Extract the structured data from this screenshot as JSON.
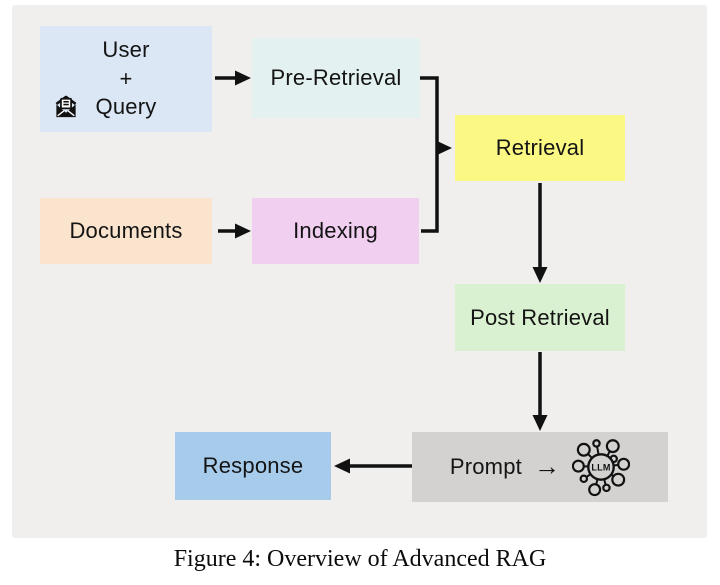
{
  "figure": {
    "caption": "Figure 4: Overview of Advanced RAG"
  },
  "colors": {
    "page_bg": "#ffffff",
    "panel_bg": "#f0efee",
    "line": "#111111",
    "text": "#141414"
  },
  "nodes": {
    "user_query": {
      "line1": "User",
      "line2": "+",
      "line3": "Query",
      "fill": "#dbe7f5",
      "icon": "open-mail-icon"
    },
    "pre_retrieval": {
      "label": "Pre-Retrieval",
      "fill": "#e3f2f1"
    },
    "retrieval": {
      "label": "Retrieval",
      "fill": "#fbf884"
    },
    "documents": {
      "label": "Documents",
      "fill": "#fbe4cd"
    },
    "indexing": {
      "label": "Indexing",
      "fill": "#f1cff0"
    },
    "post_retrieval": {
      "label": "Post Retrieval",
      "fill": "#d9f1d1"
    },
    "prompt": {
      "label": "Prompt",
      "arrow": "→",
      "icon": "llm-network-icon",
      "icon_label": "LLM",
      "fill": "#d3d2d1"
    },
    "response": {
      "label": "Response",
      "fill": "#a7cbea"
    }
  },
  "edges": [
    {
      "from": "user_query",
      "to": "pre_retrieval"
    },
    {
      "from": "documents",
      "to": "indexing"
    },
    {
      "from": "pre_retrieval",
      "to": "retrieval"
    },
    {
      "from": "indexing",
      "to": "retrieval"
    },
    {
      "from": "retrieval",
      "to": "post_retrieval"
    },
    {
      "from": "post_retrieval",
      "to": "prompt"
    },
    {
      "from": "prompt",
      "to": "response"
    }
  ]
}
